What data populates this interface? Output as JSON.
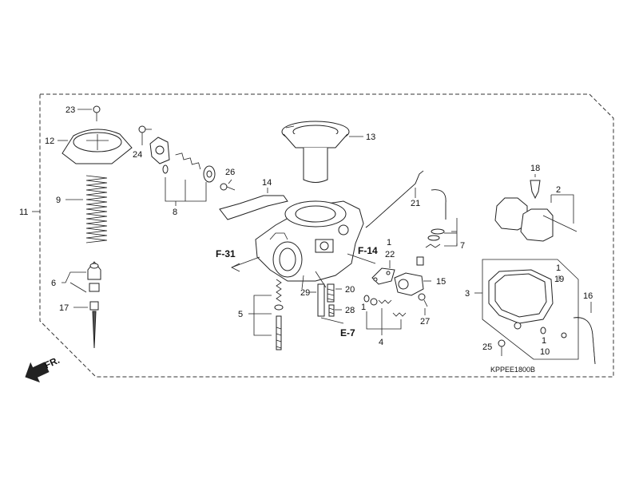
{
  "callouts": {
    "c1a": "1",
    "c1b": "1",
    "c1c": "1",
    "c1d": "1",
    "c2": "2",
    "c3": "3",
    "c4": "4",
    "c5": "5",
    "c6": "6",
    "c7": "7",
    "c8": "8",
    "c9": "9",
    "c10": "10",
    "c11": "11",
    "c12": "12",
    "c13": "13",
    "c14": "14",
    "c15": "15",
    "c16": "16",
    "c17": "17",
    "c18": "18",
    "c19": "19",
    "c20": "20",
    "c21": "21",
    "c22": "22",
    "c23": "23",
    "c24": "24",
    "c25": "25",
    "c26": "26",
    "c27": "27",
    "c28": "28",
    "c29": "29"
  },
  "references": {
    "f31": "F-31",
    "f14": "F-14",
    "e7": "E-7"
  },
  "direction_label": "FR.",
  "diagram_code": "KPPEE1800B"
}
